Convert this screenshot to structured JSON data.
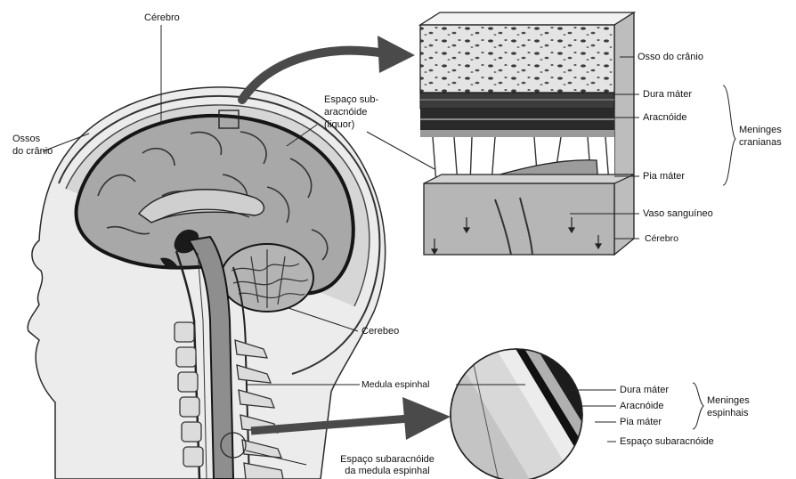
{
  "colors": {
    "skin": "#e8e8e8",
    "skull": "#d4d4d4",
    "brain": "#a9a9a9",
    "brain_dark": "#8a8a8a",
    "dark_line": "#1a1a1a",
    "arrow": "#505050",
    "vertebra": "#dcdcdc"
  },
  "labels": {
    "cerebro_top": "Cérebro",
    "ossos_line1": "Ossos",
    "ossos_line2": "do crânio",
    "espaco_line1": "Espaço sub-",
    "espaco_line2": "aracnóide",
    "espaco_line3": "(liquor)",
    "osso_cranio": "Osso do crânio",
    "dura_mater": "Dura máter",
    "aracnoide": "Aracnóide",
    "meninges_cran_1": "Meninges",
    "meninges_cran_2": "cranianas",
    "pia_mater": "Pia máter",
    "vaso": "Vaso sanguíneo",
    "cerebro_block": "Cérebro",
    "cerebelo": "Cerebeo",
    "medula": "Medula espinhal",
    "dura_mater_2": "Dura máter",
    "aracnoide_2": "Aracnóide",
    "pia_mater_2": "Pia máter",
    "meninges_esp_1": "Meninges",
    "meninges_esp_2": "espinhais",
    "espaco_sub_2": "Espaço subaracnóide",
    "espaco_medula_1": "Espaço subaracnóide",
    "espaco_medula_2": "da medula espinhal"
  }
}
